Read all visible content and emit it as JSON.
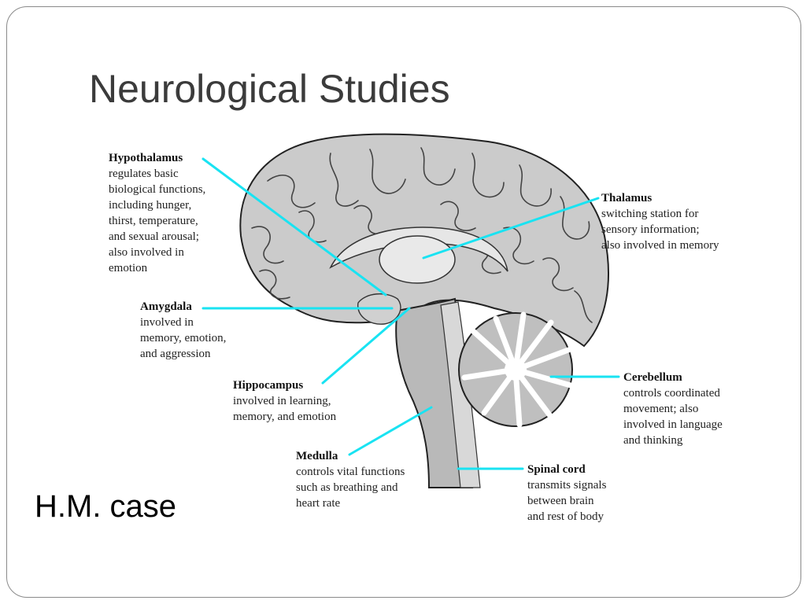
{
  "slide": {
    "title": "Neurological Studies",
    "subtitle": "H.M. case"
  },
  "colors": {
    "leader_line": "#19e3f2",
    "brain_fill": "#c8c8c8",
    "brain_outline": "#222222",
    "title_text": "#3b3b3b"
  },
  "labels": {
    "hypothalamus": {
      "name": "Hypothalamus",
      "desc": "regulates basic\nbiological functions,\nincluding hunger,\nthirst, temperature,\nand sexual arousal;\nalso involved in\nemotion"
    },
    "thalamus": {
      "name": "Thalamus",
      "desc": "switching station for\nsensory information;\nalso involved in memory"
    },
    "amygdala": {
      "name": "Amygdala",
      "desc": "involved in\nmemory, emotion,\nand aggression"
    },
    "hippocampus": {
      "name": "Hippocampus",
      "desc": "involved in learning,\nmemory, and emotion"
    },
    "cerebellum": {
      "name": "Cerebellum",
      "desc": "controls coordinated\nmovement; also\ninvolved in language\nand thinking"
    },
    "medulla": {
      "name": "Medulla",
      "desc": "controls vital functions\nsuch as breathing and\nheart rate"
    },
    "spinal_cord": {
      "name": "Spinal cord",
      "desc": "transmits signals\nbetween brain\nand rest of body"
    }
  }
}
